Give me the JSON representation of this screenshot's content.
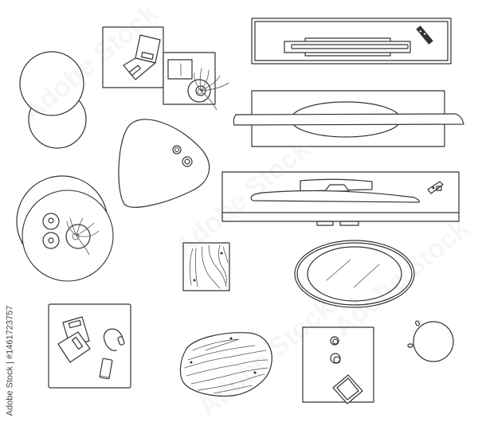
{
  "illustration": {
    "subject": "Top view furniture and home decor line-art set",
    "stroke_color": "#333333",
    "background_color": "#ffffff"
  },
  "credit": {
    "text": "Adobe Stock | #1461723757"
  },
  "watermark": {
    "text": "Adobe Stock"
  },
  "items": [
    {
      "name": "round-stool-pair",
      "label": "Two overlapping round tables"
    },
    {
      "name": "square-table-laptop",
      "label": "Square table with laptop"
    },
    {
      "name": "square-table-book-plant",
      "label": "Square table with book and plant"
    },
    {
      "name": "tv-stand-remote",
      "label": "TV stand with TV and remote"
    },
    {
      "name": "sideboard-tv",
      "label": "Sideboard with wall-mounted TV"
    },
    {
      "name": "rounded-triangle-table",
      "label": "Rounded triangle table with cups"
    },
    {
      "name": "tv-console-remote",
      "label": "TV console with TV, drawers, remote"
    },
    {
      "name": "round-table-cups-plant",
      "label": "Round table with cups and plant"
    },
    {
      "name": "wood-square-stool",
      "label": "Square wooden stool"
    },
    {
      "name": "oval-glass-table",
      "label": "Oval glass coffee table"
    },
    {
      "name": "square-table-books-headphones",
      "label": "Square table with books, headphones, phone"
    },
    {
      "name": "wood-slab-table",
      "label": "Organic wood slab table"
    },
    {
      "name": "square-table-cups-frame",
      "label": "Square table with cups and picture frame"
    },
    {
      "name": "round-side-table",
      "label": "Small round side table"
    }
  ]
}
